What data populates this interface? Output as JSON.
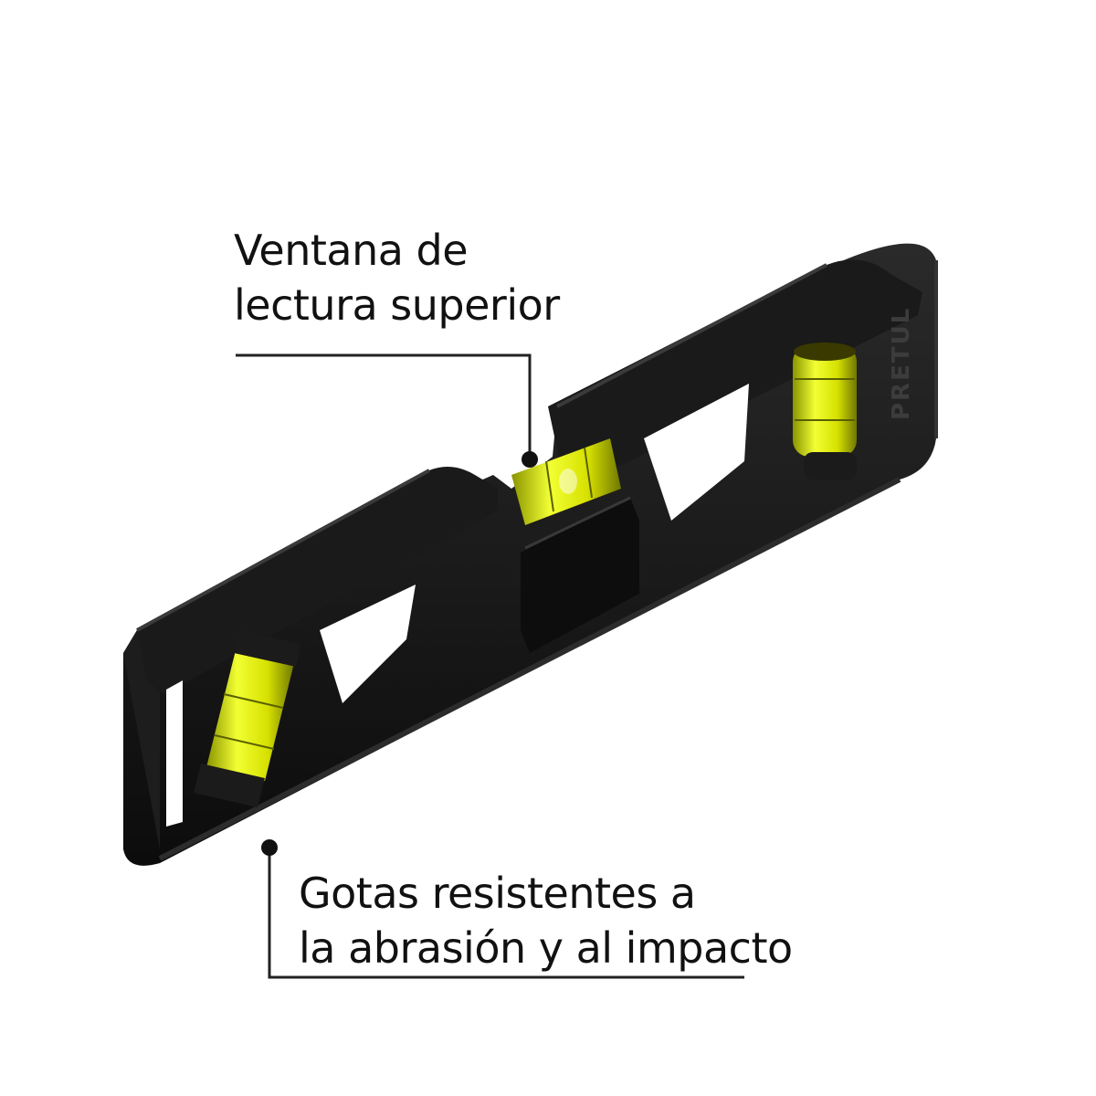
{
  "callouts": {
    "top": {
      "line1": "Ventana de",
      "line2": "lectura superior"
    },
    "bottom": {
      "line1": "Gotas resistentes a",
      "line2": "la abrasión y al impacto"
    }
  },
  "product": {
    "brand_text": "PRETUL",
    "body_color": "#121212",
    "edge_color": "#2e2e2e",
    "vial_color": "#e8f000",
    "leader_color": "#222222"
  }
}
